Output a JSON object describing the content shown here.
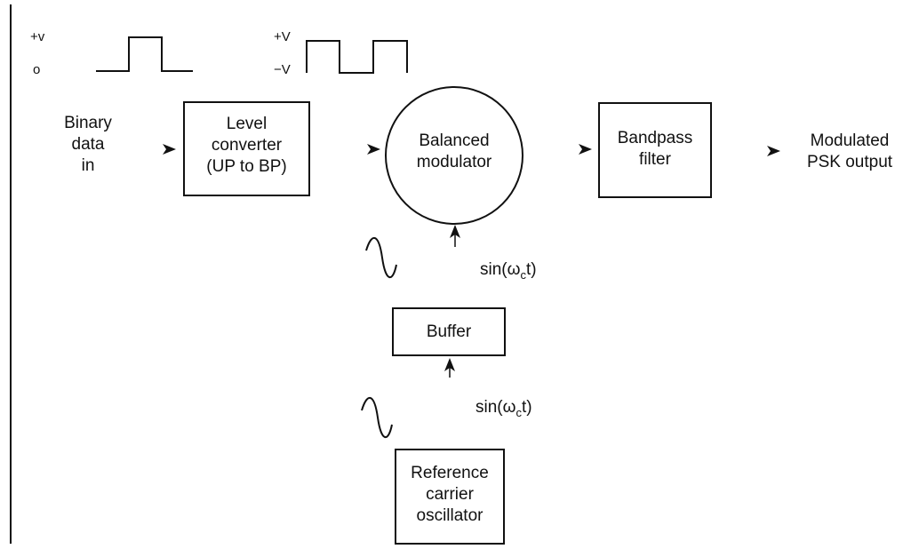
{
  "input": {
    "line1": "Binary",
    "line2": "data",
    "line3": "in"
  },
  "unipolar_wave": {
    "high_label": "+v",
    "low_label": "o"
  },
  "bipolar_wave": {
    "high_label": "+V",
    "low_label": "−V"
  },
  "blocks": {
    "level_converter": {
      "line1": "Level",
      "line2": "converter",
      "line3": "(UP to BP)"
    },
    "balanced_modulator": {
      "line1": "Balanced",
      "line2": "modulator"
    },
    "bandpass_filter": {
      "line1": "Bandpass",
      "line2": "filter"
    },
    "buffer": {
      "line1": "Buffer"
    },
    "oscillator": {
      "line1": "Reference",
      "line2": "carrier",
      "line3": "oscillator"
    }
  },
  "output": {
    "line1": "Modulated",
    "line2": "PSK output"
  },
  "carrier_signal": {
    "prefix": "sin(ω",
    "subscript": "c",
    "suffix": "t)"
  }
}
